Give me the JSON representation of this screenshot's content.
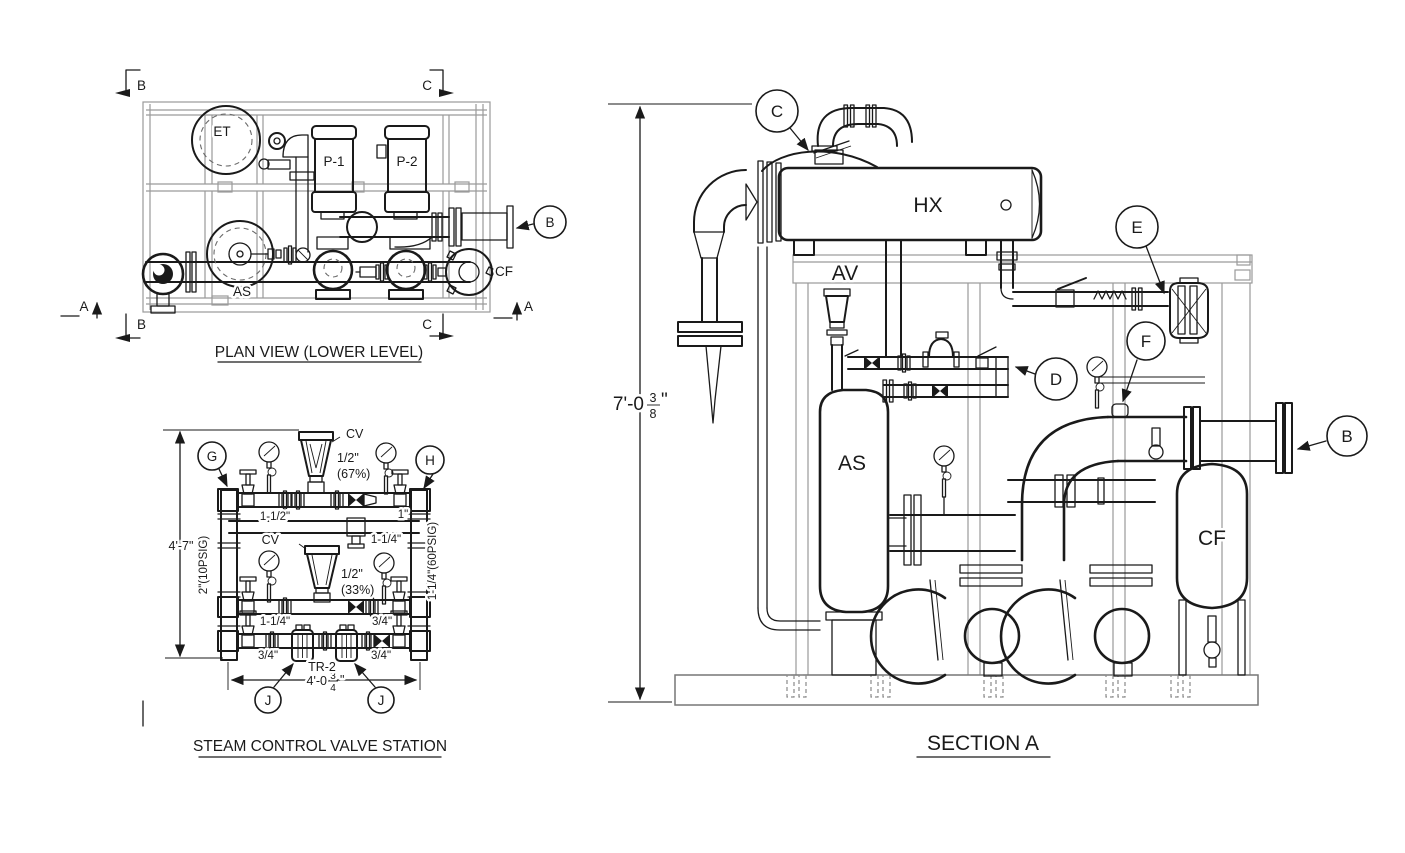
{
  "colors": {
    "line": "#1a1a1a",
    "frame": "#9a9a9a",
    "background": "#ffffff"
  },
  "plan_view": {
    "title": "PLAN VIEW (LOWER LEVEL)",
    "equipment_labels": {
      "expansion_tank": "ET",
      "pump_1": "P-1",
      "pump_2": "P-2",
      "air_separator": "AS",
      "chemical_feeder": "CF"
    },
    "section_markers": {
      "b_top_left": "B",
      "c_top_right": "C",
      "b_bottom_left": "B",
      "c_bottom_right": "C",
      "a_left": "A",
      "a_right": "A"
    },
    "callouts": {
      "b": "B"
    }
  },
  "valve_station": {
    "title": "STEAM CONTROL VALVE STATION",
    "callouts": {
      "g": "G",
      "h": "H",
      "j_left": "J",
      "j_right": "J"
    },
    "control_valve_top": {
      "tag": "CV",
      "size": "1/2\"",
      "capacity": "(67%)"
    },
    "control_valve_bottom": {
      "tag": "CV",
      "size": "1/2\"",
      "capacity": "(33%)"
    },
    "pipe_sizes": {
      "header_top_left": "1-1/2\"",
      "header_top_right": "1\"",
      "bypass": "1-1/4\"",
      "header_mid_left": "1-1/4\"",
      "header_mid_right": "3/4\"",
      "row_bottom_left": "3/4\"",
      "row_bottom_right": "3/4\""
    },
    "riser_left_label": "2\"(10PSIG)",
    "riser_right_label": "1-1/4\"(60PSIG)",
    "trap_tag": "TR-2",
    "dim_height": "4'-7\"",
    "dim_width": {
      "whole": "4'-0",
      "numerator": "3",
      "denominator": "4",
      "unit": "\""
    }
  },
  "section_a": {
    "title": "SECTION A",
    "equipment_labels": {
      "heat_exchanger": "HX",
      "air_vent": "AV",
      "air_separator": "AS",
      "chemical_feeder": "CF"
    },
    "callouts": {
      "b": "B",
      "c": "C",
      "d": "D",
      "e": "E",
      "f": "F"
    },
    "dim_height": {
      "whole": "7'-0",
      "numerator": "3",
      "denominator": "8",
      "unit": "\""
    }
  }
}
